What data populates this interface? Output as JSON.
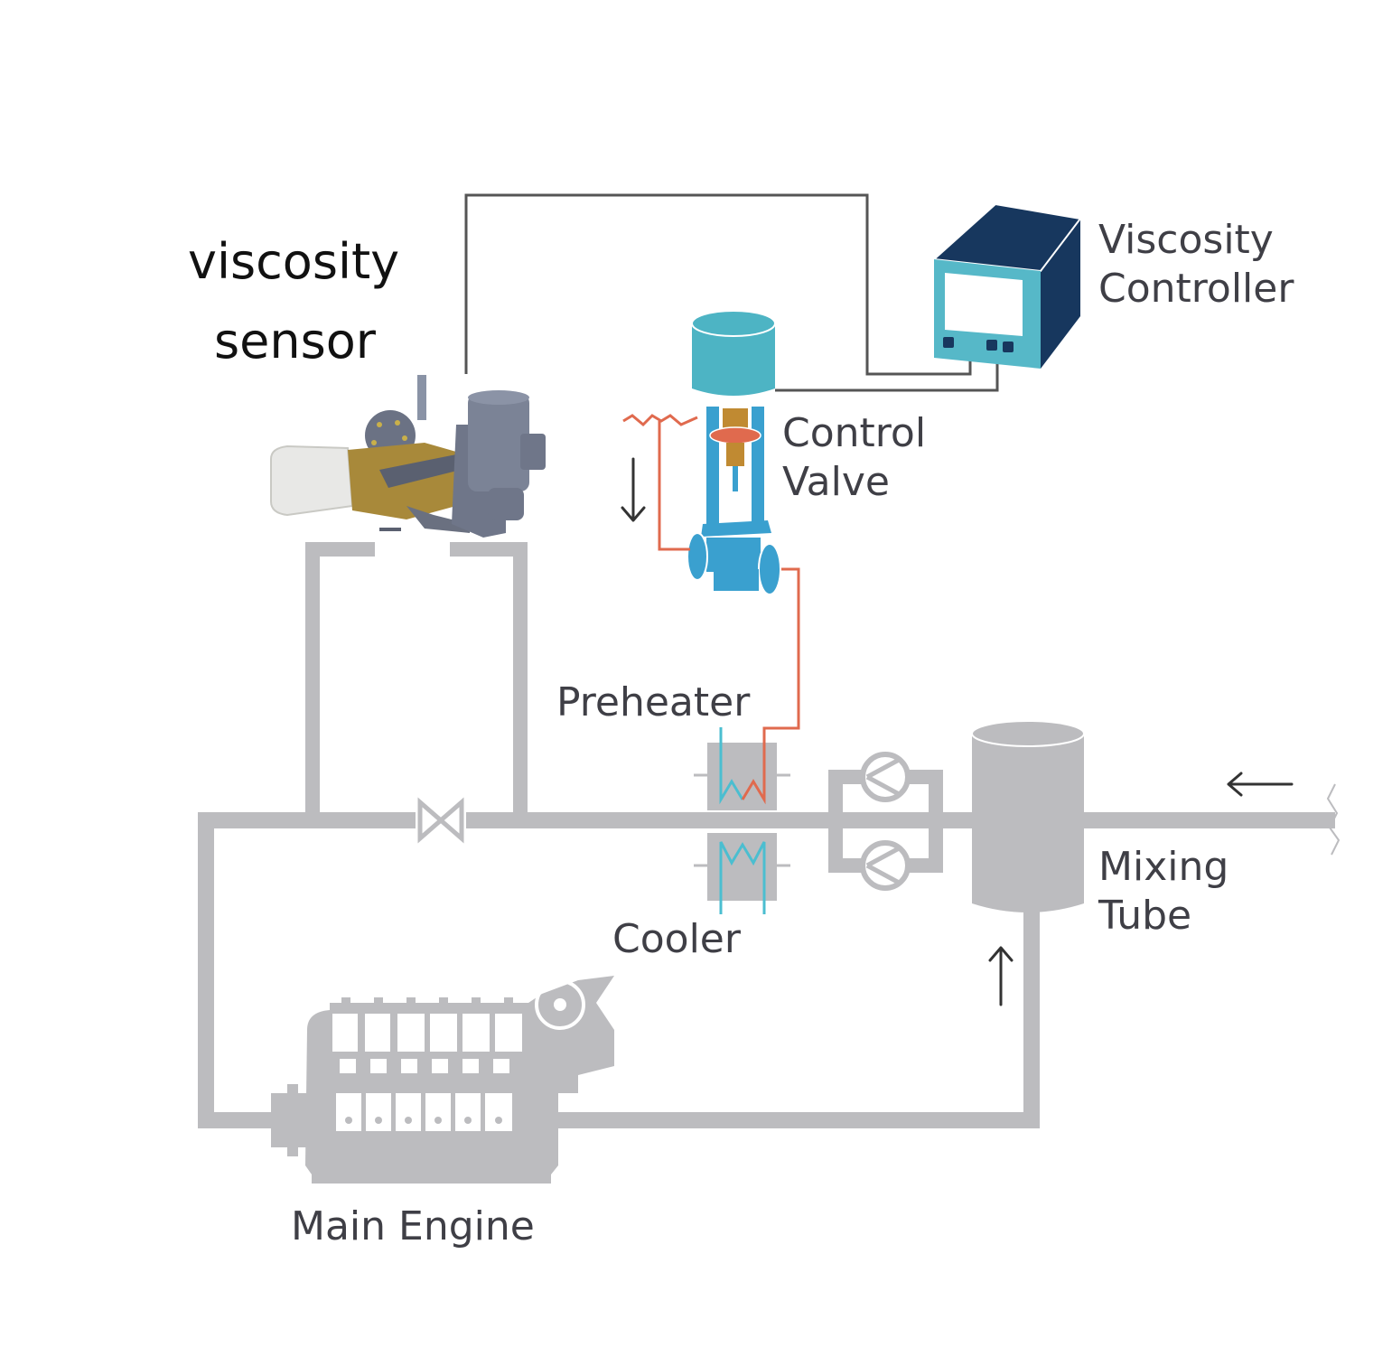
{
  "diagram": {
    "title": "Fuel oil viscosity control loop",
    "labels": {
      "viscosity_sensor_line1": "viscosity",
      "viscosity_sensor_line2": "sensor",
      "controller_line1": "Viscosity",
      "controller_line2": "Controller",
      "control_valve_line1": "Control",
      "control_valve_line2": "Valve",
      "preheater": "Preheater",
      "cooler": "Cooler",
      "mixing_tube_line1": "Mixing",
      "mixing_tube_line2": "Tube",
      "main_engine": "Main Engine"
    },
    "components": [
      {
        "id": "viscosity-sensor",
        "name": "viscosity sensor",
        "icon": "sensor-device-photo"
      },
      {
        "id": "viscosity-controller",
        "name": "Viscosity Controller",
        "icon": "controller-box-icon"
      },
      {
        "id": "control-valve",
        "name": "Control Valve",
        "icon": "control-valve-icon"
      },
      {
        "id": "preheater",
        "name": "Preheater",
        "icon": "heat-exchanger-icon"
      },
      {
        "id": "cooler",
        "name": "Cooler",
        "icon": "heat-exchanger-icon"
      },
      {
        "id": "pumps",
        "name": "Booster pumps",
        "icon": "pump-icon"
      },
      {
        "id": "mixing-tube",
        "name": "Mixing Tube",
        "icon": "tank-icon"
      },
      {
        "id": "main-engine",
        "name": "Main Engine",
        "icon": "engine-icon"
      },
      {
        "id": "bypass-valve",
        "name": "Bypass valve",
        "icon": "gate-valve-icon"
      }
    ],
    "flow_arrows": [
      "down",
      "left",
      "up"
    ],
    "colors": {
      "pipe": "#bcbcbf",
      "controller_front": "#56b8c8",
      "controller_body": "#17375e",
      "valve_teal": "#4db4c4",
      "valve_blue": "#3aa0cf",
      "valve_bronze": "#c08a32",
      "heat_line": "#e06a4e",
      "cool_line": "#4bbed0",
      "signal_wire": "#555555",
      "label_text": "#3f3f46"
    }
  }
}
